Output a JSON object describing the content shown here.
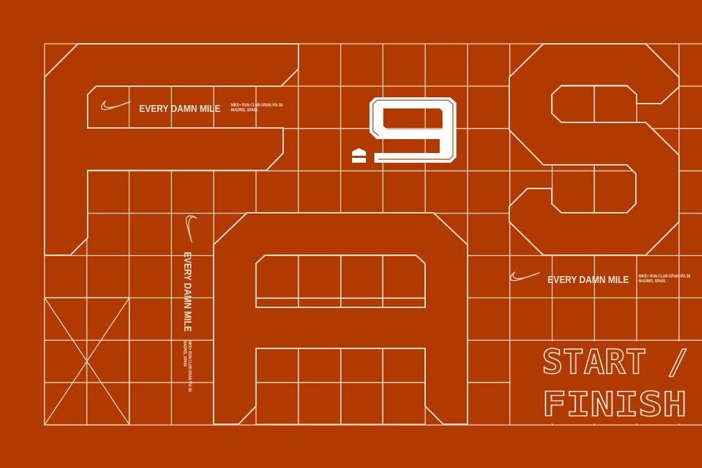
{
  "colors": {
    "background": "#B03A00",
    "lines": "#F7DCC8"
  },
  "display_letters": {
    "f": "F",
    "a": "A",
    "s": "S",
    "nine": ".9"
  },
  "labels": [
    {
      "title": "EVERY DAMN MILE",
      "line1": "NIKE+ RUN CLUB GRAN VÍA 38",
      "line2": "MADRID, SPAIN"
    },
    {
      "title": "EVERY DAMN MILE",
      "line1": "NIKE+ RUN CLUB GRAN VÍA 38",
      "line2": "MADRID, SPAIN"
    },
    {
      "title": "EVERY DAMN MILE",
      "line1": "NIKE+ RUN CLUB GRAN VÍA 38",
      "line2": "MADRID, SPAIN"
    }
  ],
  "headline": {
    "line1": "START /",
    "line2": "FINISH"
  },
  "icons": [
    "swoosh-icon"
  ]
}
